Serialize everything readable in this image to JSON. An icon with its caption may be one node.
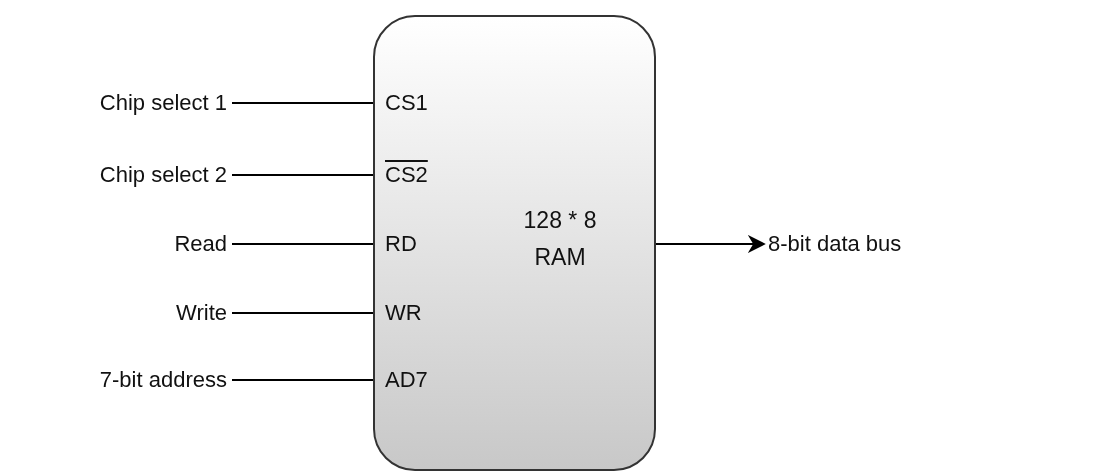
{
  "diagram": {
    "nodes": [
      {
        "text": [
          "128 * 8 RAM"
        ]
      },
      {
        "text": [
          "CS1"
        ],
        "in": 0
      },
      {
        "text": [
          "CS2"
        ],
        "in": 0
      },
      {
        "text": [
          "RD"
        ],
        "in": 0
      },
      {
        "text": [
          "WR"
        ],
        "in": 0
      },
      {
        "text": [
          "AD7"
        ],
        "in": 0
      },
      {
        "text": [
          "Chip select 1"
        ]
      },
      {
        "text": [
          "Chip select 2"
        ]
      },
      {
        "text": [
          "Read"
        ]
      },
      {
        "text": [
          "Write"
        ]
      },
      {
        "text": [
          "7-bit address"
        ]
      },
      {
        "text": [
          "8-bit data bus"
        ]
      }
    ],
    "edges": [
      {
        "from": 6,
        "to": 1,
        "arrow": "none"
      },
      {
        "from": 7,
        "to": 2,
        "arrow": "none"
      },
      {
        "from": 8,
        "to": 3,
        "arrow": "none"
      },
      {
        "from": 9,
        "to": 4,
        "arrow": "none"
      },
      {
        "from": 10,
        "to": 5,
        "arrow": "none"
      },
      {
        "from": 0,
        "to": 11,
        "arrow": "to"
      }
    ]
  }
}
